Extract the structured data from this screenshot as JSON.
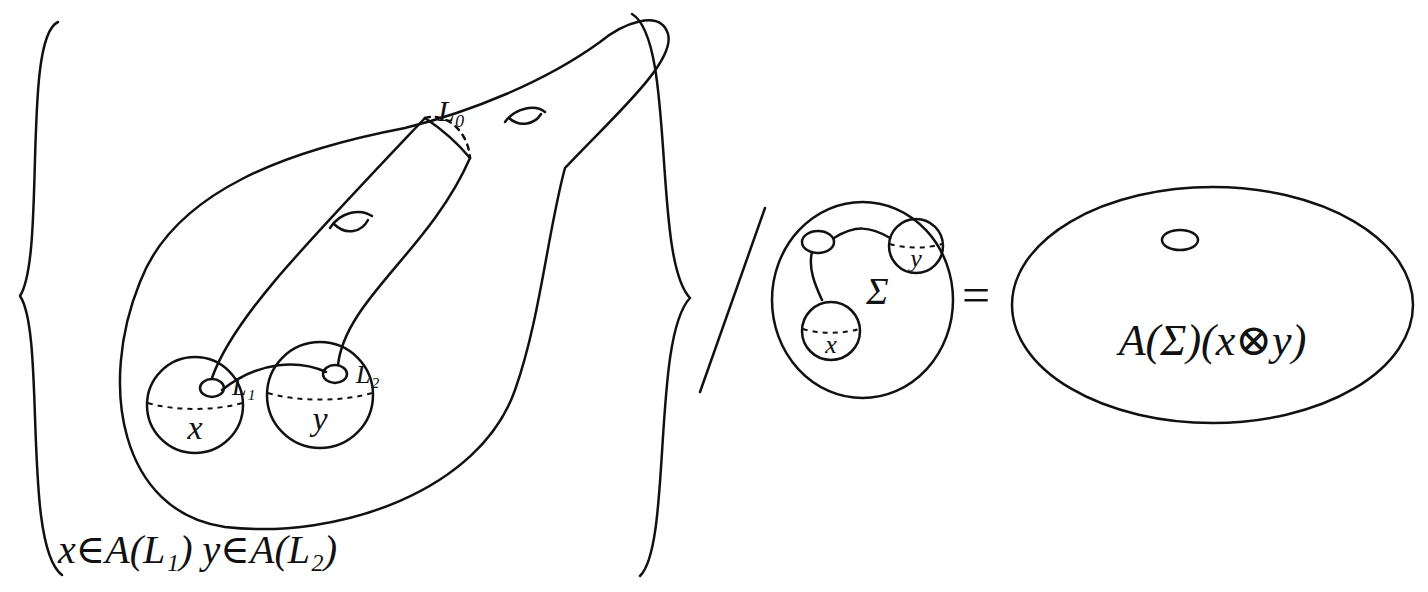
{
  "diagram": {
    "nodes": [
      {
        "text": [
          "x"
        ]
      },
      {
        "text": [
          "y"
        ]
      },
      {
        "text": [
          "Σ"
        ]
      },
      {
        "text": [
          "x"
        ],
        "in": 2
      },
      {
        "text": [
          "y"
        ],
        "in": 2
      },
      {
        "text": [
          "A(Σ)(x⊗y)"
        ]
      }
    ],
    "labels": [
      "L₀",
      "L₁",
      "L₂",
      "x∈A(L₁) y∈A(L₂)",
      "="
    ]
  }
}
